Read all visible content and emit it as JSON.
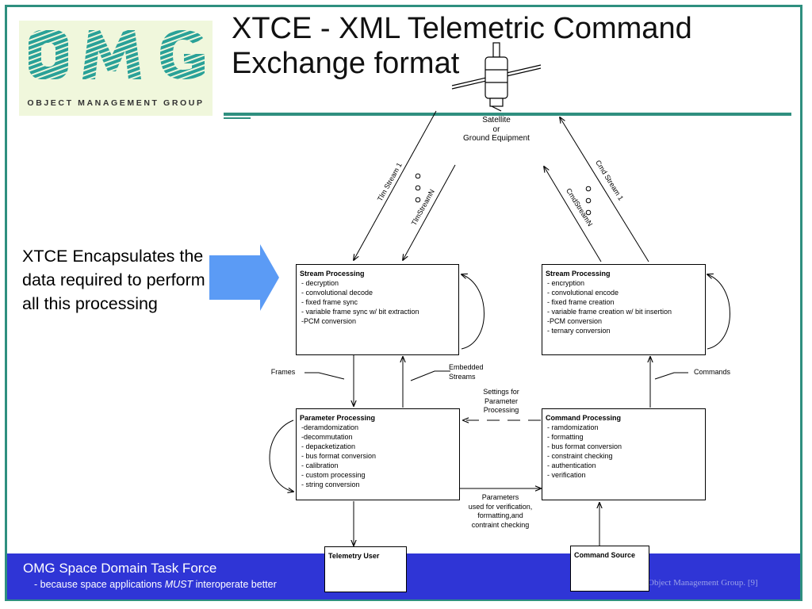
{
  "title_lines": [
    "XTCE - XML Telemetric Command",
    "Exchange format"
  ],
  "logo": {
    "letters": [
      "O",
      "M",
      "G"
    ],
    "subtitle": "OBJECT MANAGEMENT GROUP"
  },
  "left_text": "XTCE Encapsulates the data required to perform all this processing",
  "satellite_label": [
    "Satellite",
    "or",
    "Ground  Equipment"
  ],
  "streams": {
    "tlm1": "Tlm Stream 1",
    "tlmN": "TlmStreamN",
    "cmd1": "Cmd Stream 1",
    "cmdN": "CmdStreamN"
  },
  "boxes": {
    "stream_left": {
      "title": "Stream   Processing",
      "items": [
        "- decryption",
        "- convolutional decode",
        "- fixed frame sync",
        "- variable frame sync w/ bit extraction",
        "-PCM conversion"
      ]
    },
    "stream_right": {
      "title": "Stream   Processing",
      "items": [
        "- encryption",
        "- convolutional encode",
        "- fixed frame creation",
        "- variable frame creation w/ bit insertion",
        "-PCM conversion",
        "- ternary conversion"
      ]
    },
    "param": {
      "title": "Parameter   Processing",
      "items": [
        "-deramdomization",
        "-decommutation",
        "- depacketization",
        "- bus format conversion",
        "- calibration",
        "- custom processing",
        "- string conversion"
      ]
    },
    "command": {
      "title": "Command   Processing",
      "items": [
        "- ramdomization",
        "- formatting",
        "- bus format conversion",
        "- constraint checking",
        "- authentication",
        "- verification"
      ]
    },
    "telemetry_user": {
      "title": "Telemetry   User"
    },
    "command_source": {
      "title": "Command  Source"
    }
  },
  "labels": {
    "frames": "Frames",
    "embedded": [
      "Embedded",
      "Streams"
    ],
    "commands": "Commands",
    "settings": [
      "Settings for",
      "Parameter",
      "Processing"
    ],
    "parameters": [
      "Parameters",
      "used for verification,",
      "formatting,and",
      "contraint checking"
    ]
  },
  "footer": {
    "title": "OMG Space Domain Task Force",
    "sub_before": "- because space applications ",
    "sub_em": "MUST",
    "sub_after": " interoperate better",
    "copyright": "Object Management Group. [9]"
  },
  "colors": {
    "teal": "#2f8f7f",
    "footer_blue": "#2f35d6",
    "arrow_blue": "#5b9bf5",
    "logo_teal": "#2aa198"
  }
}
